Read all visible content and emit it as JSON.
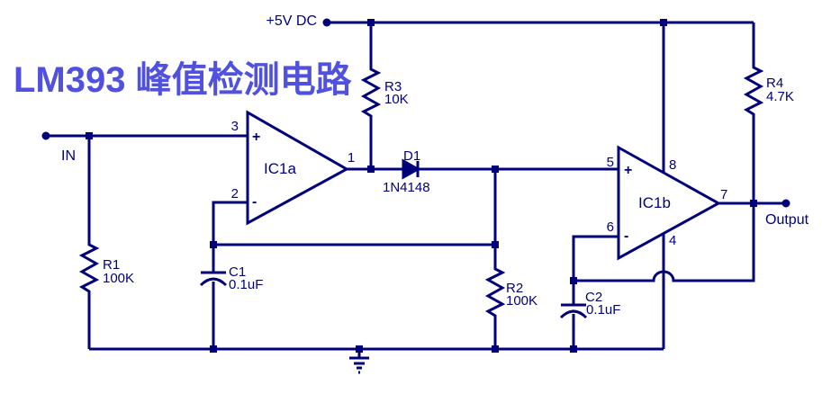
{
  "title": "LM393 峰值检测电路",
  "colors": {
    "wire": "#00007B",
    "label": "#00007B",
    "title": "#5151DF",
    "background": "#FFFFFF"
  },
  "power_rail": {
    "label": "+5V DC"
  },
  "input": {
    "label": "IN"
  },
  "output": {
    "label": "Output"
  },
  "opamps": [
    {
      "ref": "IC1a",
      "plus": "+",
      "minus": "-",
      "pin_noninv": "3",
      "pin_inv": "2",
      "pin_out": "1"
    },
    {
      "ref": "IC1b",
      "plus": "+",
      "minus": "-",
      "pin_noninv": "5",
      "pin_inv": "6",
      "pin_out": "7",
      "pin_vcc": "8",
      "pin_gnd": "4"
    }
  ],
  "resistors": [
    {
      "ref": "R1",
      "value": "100K"
    },
    {
      "ref": "R2",
      "value": "100K"
    },
    {
      "ref": "R3",
      "value": "10K"
    },
    {
      "ref": "R4",
      "value": "4.7K"
    }
  ],
  "capacitors": [
    {
      "ref": "C1",
      "value": "0.1uF"
    },
    {
      "ref": "C2",
      "value": "0.1uF"
    }
  ],
  "diode": {
    "ref": "D1",
    "value": "1N4148"
  }
}
